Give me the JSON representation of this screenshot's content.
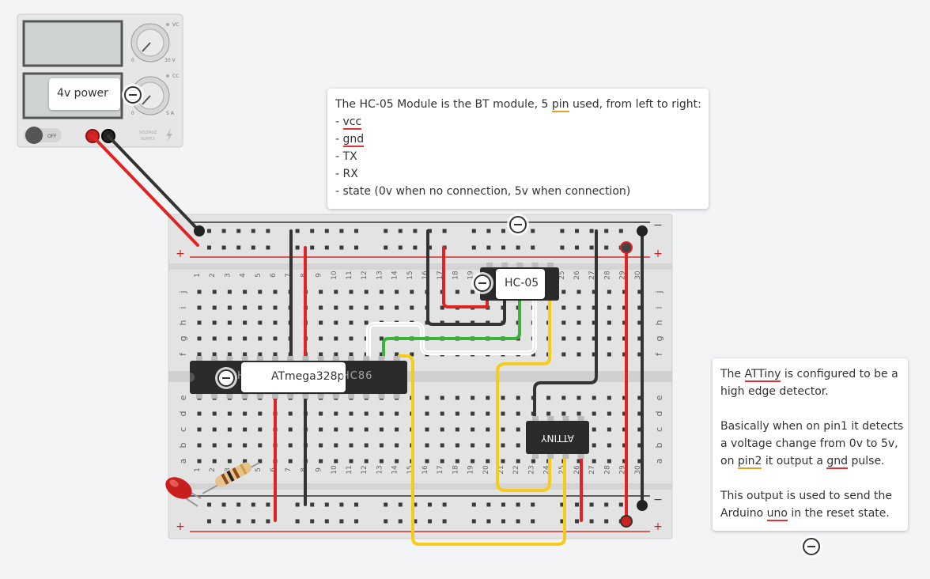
{
  "power_supply": {
    "label": "4v power",
    "switch_label": "OFF",
    "knob_top_min": "0",
    "knob_top_max": "30 V",
    "knob_top_id": "VC",
    "knob_bottom_min": "0",
    "knob_bottom_max": "5 A",
    "knob_bottom_id": "CC",
    "brand_text_1": "VOLTAGE",
    "brand_text_2": "SUPPLY"
  },
  "hc05_note": {
    "line1_pre": "The HC-05 Module is the BT module, 5 ",
    "line1_pin": "pin",
    "line1_post": " used, from left to right:",
    "items": [
      "vcc",
      "gnd",
      "TX",
      "RX",
      "state (0v when no connection, 5v when connection)"
    ],
    "dash": "- "
  },
  "attiny_note": {
    "p1_a": "The ",
    "p1_attiny": "ATTiny",
    "p1_b": " is configured to be a",
    "p1_c": "high edge detector.",
    "p2_a": "Basically when on pin1 it detects",
    "p2_b": "a voltage change from 0v to 5v,",
    "p2_c1": "on ",
    "p2_pin2": "pin2",
    "p2_c2": " it output a ",
    "p2_gnd": "gnd",
    "p2_c3": " pulse.",
    "p3_a": "This output is used to send the",
    "p3_b1": "Arduino ",
    "p3_uno": "uno",
    "p3_b2": " in the reset state."
  },
  "chips": {
    "atmega_label": "ATmega328p",
    "atmega_ghost": "HC86",
    "hc05_label": "HC-05",
    "attiny_label": "ATTINY"
  },
  "breadboard": {
    "rail_plus": "+",
    "rail_minus": "−",
    "row_letters_top": [
      "j",
      "i",
      "h",
      "g",
      "f"
    ],
    "row_letters_bottom": [
      "e",
      "d",
      "c",
      "b",
      "a"
    ],
    "column_numbers": [
      "1",
      "2",
      "3",
      "4",
      "5",
      "6",
      "7",
      "8",
      "9",
      "10",
      "11",
      "12",
      "13",
      "14",
      "15",
      "16",
      "17",
      "18",
      "19",
      "20",
      "21",
      "22",
      "23",
      "24",
      "25",
      "26",
      "27",
      "28",
      "29",
      "30"
    ]
  },
  "colors": {
    "red_wire": "#e02424",
    "black_wire": "#333333",
    "yellow_wire": "#f5cc1a",
    "green_wire": "#3bb33b",
    "white_wire": "#ffffff"
  }
}
